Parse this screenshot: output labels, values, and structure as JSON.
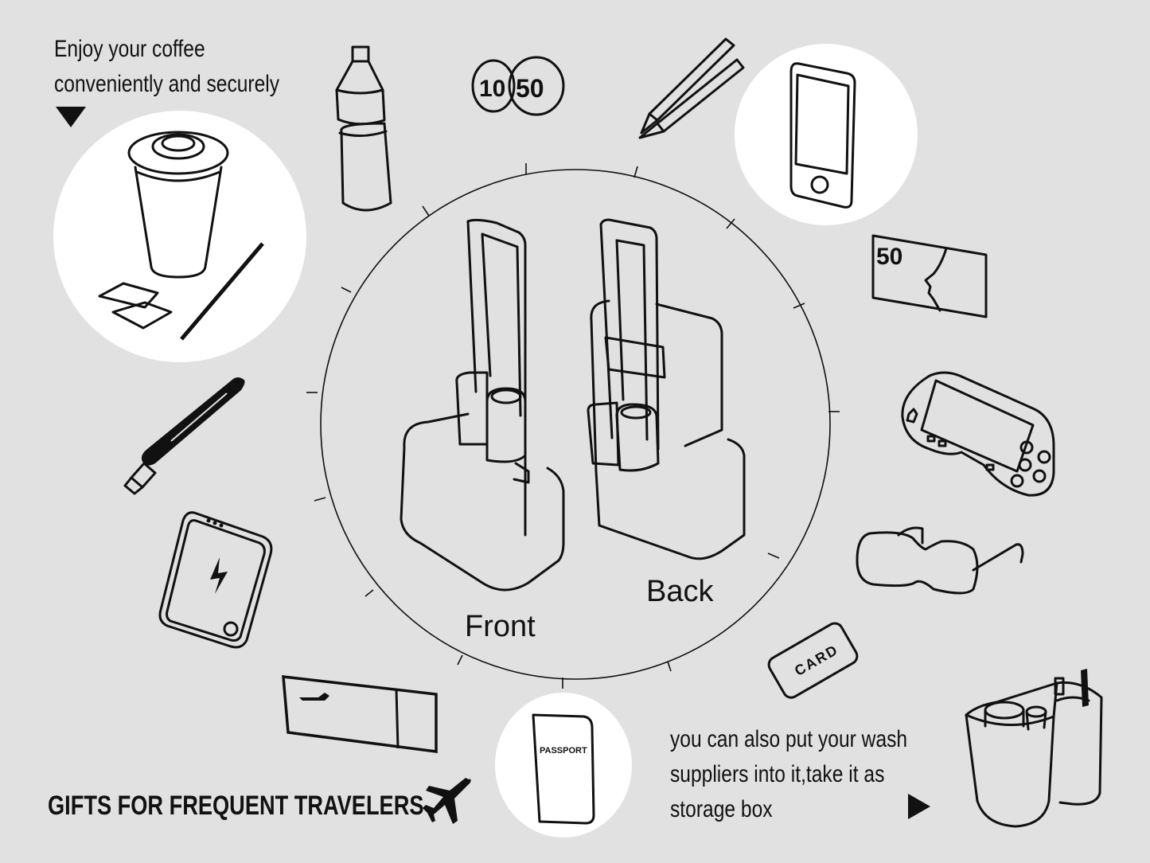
{
  "background_color": "#e1e1e1",
  "accent_color": "#111111",
  "disc_color": "#ffffff",
  "captions": {
    "coffee": {
      "line1": "Enjoy your coffee",
      "line2": "conveniently and securely",
      "arrow": "down-triangle"
    },
    "storage": {
      "line1": "you can also put your wash",
      "line2": "suppliers into it,take it as",
      "line3": "storage box",
      "arrow": "right-triangle"
    }
  },
  "center": {
    "front_label": "Front",
    "back_label": "Back"
  },
  "items": {
    "coins": {
      "coin1": "10",
      "coin2": "50"
    },
    "banknote": {
      "value": "50"
    },
    "card": {
      "label": "CARD"
    },
    "passport": {
      "label": "PASSPORT"
    }
  },
  "footer": {
    "title": "GIFTS FOR FREQUENT TRAVELERS",
    "icon": "airplane-icon"
  },
  "icons": [
    "coffee-cup-icon",
    "water-bottle-icon",
    "coins-icon",
    "pens-icon",
    "smartphone-icon",
    "banknote-icon",
    "game-console-icon",
    "glasses-icon",
    "card-icon",
    "passport-icon",
    "boarding-pass-icon",
    "power-bank-icon",
    "usb-cable-icon",
    "storage-organizer-icon",
    "airplane-icon"
  ]
}
